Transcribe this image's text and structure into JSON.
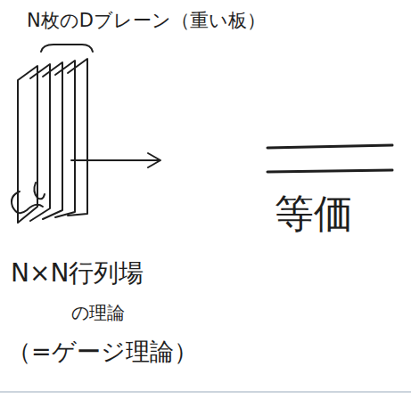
{
  "diagram": {
    "labels": [
      "N枚のDブレーン（重い板）",
      "等価",
      "N×N行列場",
      "の理論",
      "（=ゲージ理論）"
    ]
  }
}
